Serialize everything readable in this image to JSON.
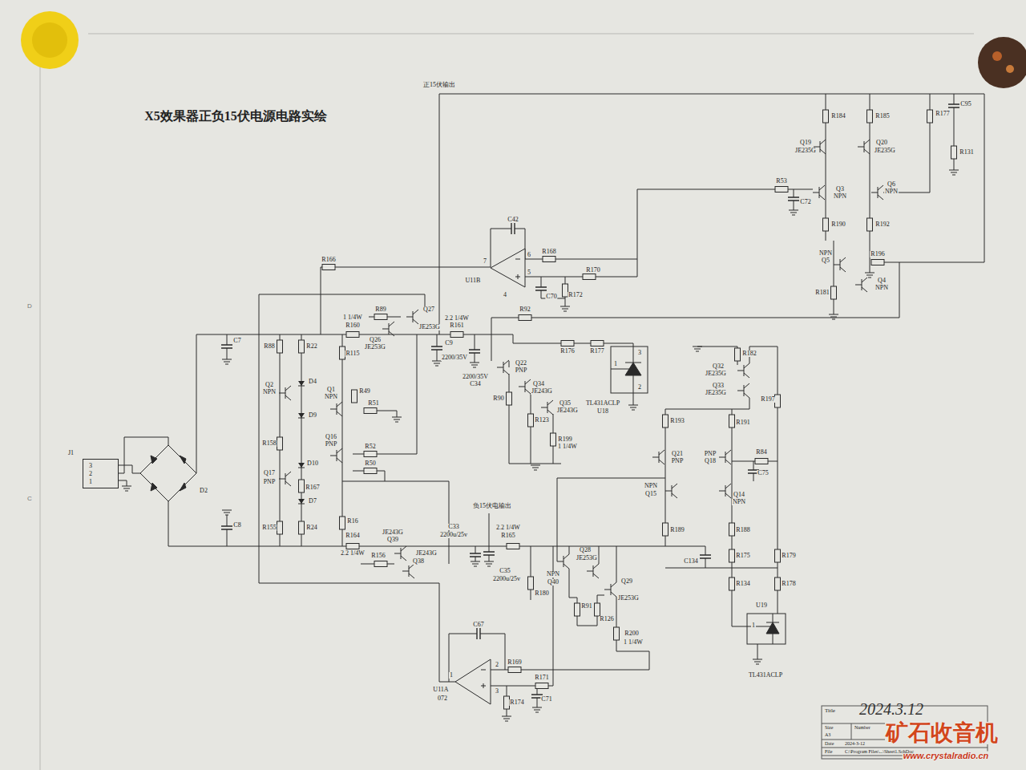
{
  "diagram": {
    "title": "X5效果器正负15伏电源电路实绘",
    "nodes": [
      {
        "text": [
          "J1",
          "3 2 1"
        ]
      },
      {
        "text": [
          "Title",
          "2024.3.12",
          "Size",
          "Number",
          "A3",
          "Date",
          "2024-3-12",
          "File",
          "C:\\Program Files\\...\\Sheet1.SchDoc"
        ]
      }
    ],
    "labels": [
      "正15伏输出",
      "R184",
      "R185",
      "R177",
      "C95",
      "Q19",
      "JE235G",
      "Q20",
      "JE235G",
      "R131",
      "R53",
      "C72",
      "Q3",
      "NPN",
      "Q6",
      "NPN",
      "R190",
      "R192",
      "NPN",
      "Q5",
      "R196",
      "R181",
      "Q4",
      "NPN",
      "C42",
      "R168",
      "6",
      "7",
      "5",
      "4",
      "U11B",
      "C70",
      "R172",
      "R170",
      "R166",
      "R89",
      "Q27",
      "JE253G",
      "1 1/4W",
      "R160",
      "Q26",
      "JE253G",
      "2.2 1/4W",
      "R161",
      "C9",
      "2200/35V",
      "2200/35V",
      "C34",
      "C7",
      "R88",
      "R22",
      "R115",
      "R92",
      "R176",
      "R177",
      "3",
      "1",
      "2",
      "Q22",
      "PNP",
      "Q34",
      "JE243G",
      "R90",
      "Q35",
      "JE243G",
      "R123",
      "R199",
      "1 1/4W",
      "TL431ACLP",
      "U18",
      "D4",
      "Q2",
      "NPN",
      "Q1",
      "NPN",
      "R49",
      "R51",
      "D9",
      "R158",
      "Q16",
      "PNP",
      "R52",
      "R50",
      "D10",
      "Q17",
      "PNP",
      "R167",
      "D7",
      "D2",
      "C8",
      "R155",
      "R24",
      "R16",
      "R164",
      "2.2 1/4W",
      "JE243G",
      "Q39",
      "R156",
      "JE243G",
      "Q38",
      "C33",
      "2200u/25v",
      "负15伏电输出",
      "2.2 1/4W",
      "R165",
      "C35",
      "2200u/25v",
      "R180",
      "NPN",
      "Q40",
      "Q28",
      "JE253G",
      "R91",
      "Q29",
      "JE253G",
      "R126",
      "R200",
      "1 1/4W",
      "C67",
      "R169",
      "2",
      "1",
      "3",
      "U11A",
      "072",
      "R171",
      "R174",
      "C71",
      "R182",
      "Q32",
      "JE235G",
      "Q33",
      "JE235G",
      "R197",
      "R193",
      "R191",
      "Q21",
      "PNP",
      "PNP",
      "Q18",
      "R84",
      "C75",
      "NPN",
      "Q15",
      "Q14",
      "NPN",
      "R189",
      "R188",
      "C134",
      "R175",
      "R179",
      "R134",
      "R178",
      "U19",
      "1",
      "TL431ACLP",
      "矿石收音机",
      "www.crystalradio.cn",
      "D",
      "C"
    ]
  }
}
